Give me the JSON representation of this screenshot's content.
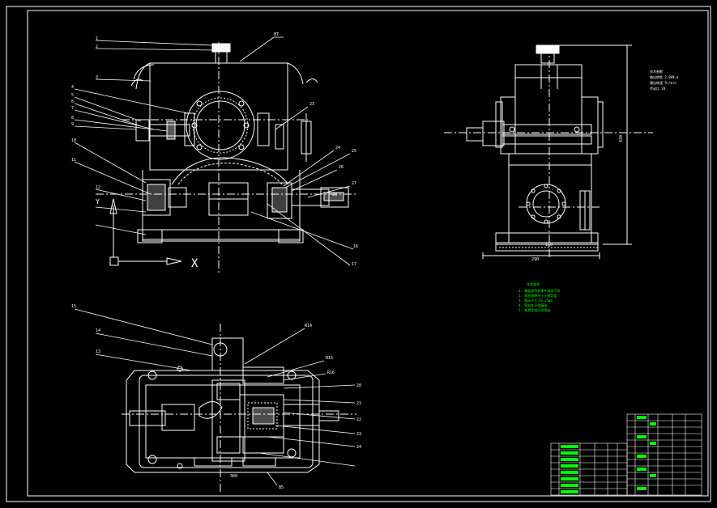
{
  "labels": {
    "front": {
      "left": [
        "1",
        "2",
        "3",
        "4",
        "5",
        "6",
        "7",
        "8",
        "9",
        "10",
        "11",
        "12"
      ],
      "top": "BT",
      "right": [
        "23",
        "24",
        "25",
        "26",
        "27",
        "28",
        "16",
        "17"
      ]
    },
    "plan": {
      "left": [
        "15",
        "14",
        "13"
      ],
      "right": [
        "R14",
        "R15",
        "R16",
        "20",
        "21",
        "22",
        "23",
        "24"
      ],
      "bottom": "B5"
    },
    "axes": {
      "x": "X",
      "y": "Y"
    }
  },
  "spec_block": {
    "title": "技术参数",
    "lines": [
      "输出转矩 2.8kN·m",
      "输出转速 9r/min",
      "传动比 20"
    ]
  },
  "tech_notes": {
    "title": "技术要求",
    "lines": [
      "1. 装配前所有零件清洗干净",
      "2. 啮合侧隙不小于规定值",
      "3. 跳动不大于0.15mm",
      "4. 密封处不得漏油",
      "5. 按规定加注润滑油"
    ]
  },
  "colors": {
    "line": "#ffffff",
    "text": "#00ff00",
    "frame": "#ffffff"
  }
}
